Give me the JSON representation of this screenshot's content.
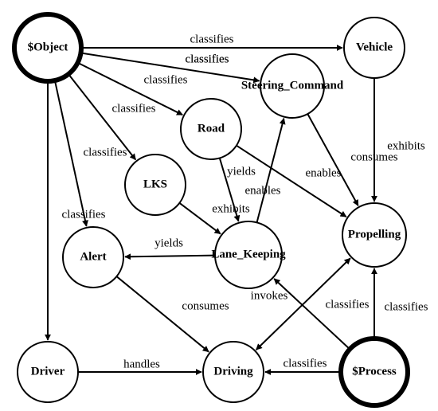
{
  "nodes": [
    {
      "id": "object",
      "label": "$Object",
      "thick": true
    },
    {
      "id": "vehicle",
      "label": "Vehicle",
      "thick": false
    },
    {
      "id": "steering",
      "label": "Steering_Command",
      "thick": false
    },
    {
      "id": "road",
      "label": "Road",
      "thick": false
    },
    {
      "id": "lks",
      "label": "LKS",
      "thick": false
    },
    {
      "id": "propelling",
      "label": "Propelling",
      "thick": false
    },
    {
      "id": "lane",
      "label": "Lane_Keeping",
      "thick": false
    },
    {
      "id": "alert",
      "label": "Alert",
      "thick": false
    },
    {
      "id": "driver",
      "label": "Driver",
      "thick": false
    },
    {
      "id": "driving",
      "label": "Driving",
      "thick": false
    },
    {
      "id": "process",
      "label": "$Process",
      "thick": true
    }
  ],
  "edges": [
    {
      "from": "object",
      "to": "vehicle",
      "label": "classifies"
    },
    {
      "from": "object",
      "to": "steering",
      "label": "classifies"
    },
    {
      "from": "object",
      "to": "road",
      "label": "classifies"
    },
    {
      "from": "object",
      "to": "lks",
      "label": "classifies"
    },
    {
      "from": "object",
      "to": "alert",
      "label": "classifies"
    },
    {
      "from": "object",
      "to": "driver",
      "label": "classifies"
    },
    {
      "from": "object",
      "to": "steering",
      "label": "classifies"
    },
    {
      "from": "vehicle",
      "to": "propelling",
      "label": "exhibits"
    },
    {
      "from": "steering",
      "to": "propelling",
      "label": "consumes"
    },
    {
      "from": "road",
      "to": "propelling",
      "label": "enables"
    },
    {
      "from": "road",
      "to": "lane",
      "label": "yields"
    },
    {
      "from": "lane",
      "to": "steering",
      "label": "enables"
    },
    {
      "from": "lks",
      "to": "lane",
      "label": "exhibits"
    },
    {
      "from": "lane",
      "to": "alert",
      "label": "yields"
    },
    {
      "from": "alert",
      "to": "driving",
      "label": "consumes"
    },
    {
      "from": "driver",
      "to": "driving",
      "label": "handles"
    },
    {
      "from": "process",
      "to": "driving",
      "label": "classifies"
    },
    {
      "from": "process",
      "to": "lane",
      "label": "invokes"
    },
    {
      "from": "process",
      "to": "propelling",
      "label": "classifies"
    },
    {
      "from": "driving",
      "to": "propelling",
      "label": "classifies"
    }
  ]
}
